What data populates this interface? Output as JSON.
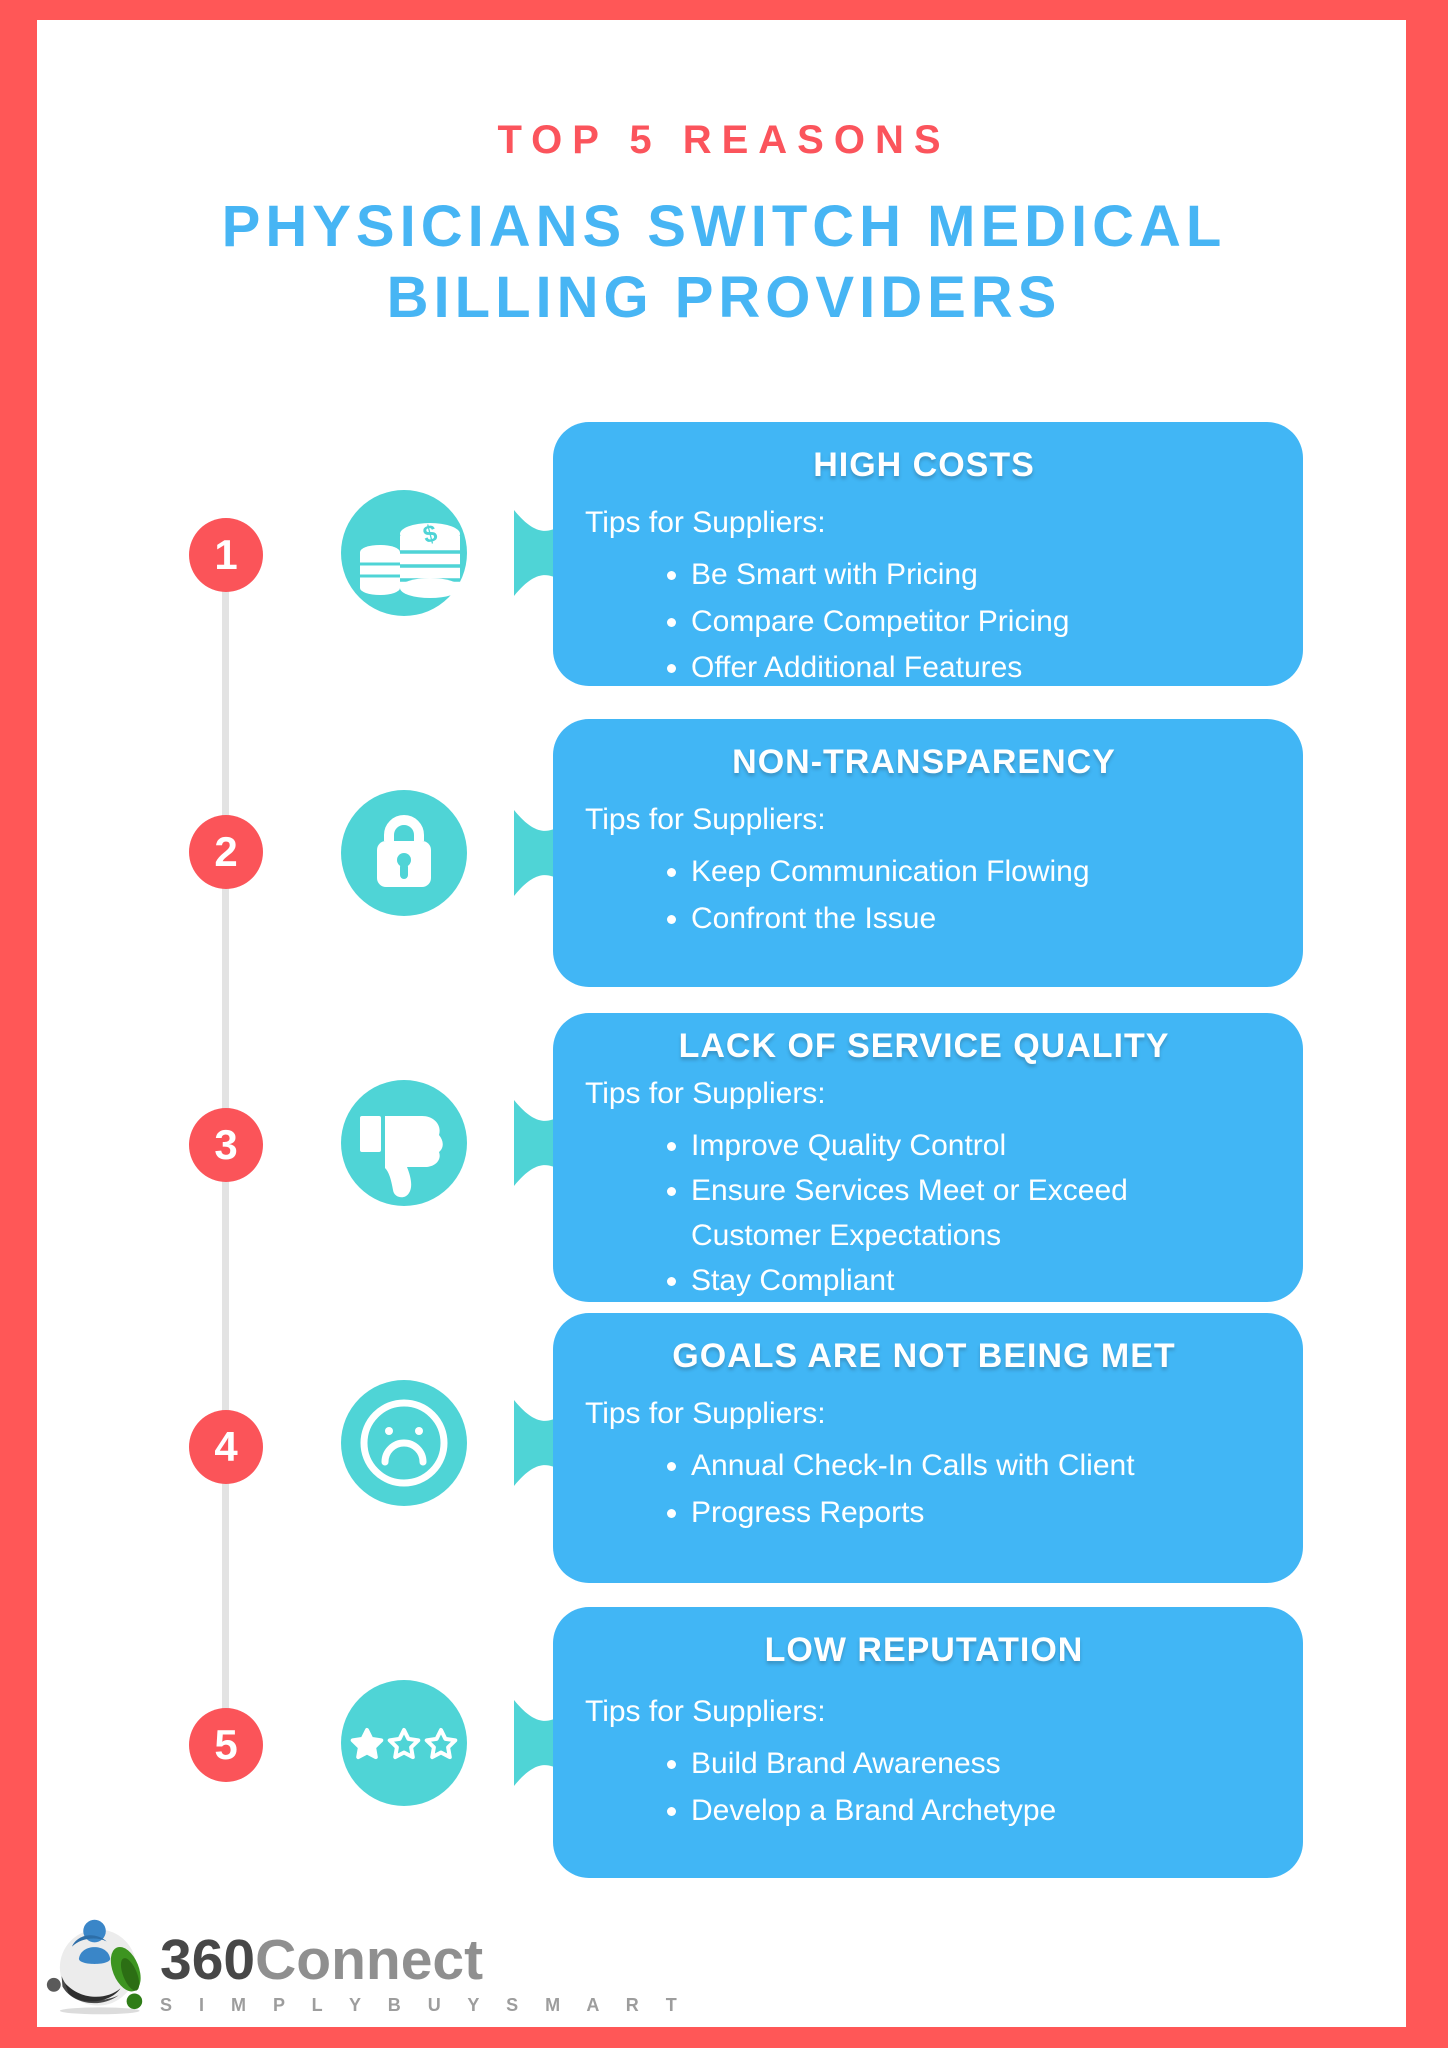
{
  "header": {
    "eyebrow": "TOP 5 REASONS",
    "title_line1": "PHYSICIANS SWITCH MEDICAL",
    "title_line2": "BILLING PROVIDERS"
  },
  "rows": [
    {
      "number": "1",
      "icon": "coins-icon",
      "title": "HIGH COSTS",
      "tips_label": "Tips for Suppliers:",
      "bullets": [
        "Be Smart with Pricing",
        "Compare Competitor Pricing",
        "Offer Additional Features"
      ]
    },
    {
      "number": "2",
      "icon": "lock-icon",
      "title": "NON-TRANSPARENCY",
      "tips_label": "Tips for Suppliers:",
      "bullets": [
        "Keep Communication Flowing",
        "Confront the Issue"
      ]
    },
    {
      "number": "3",
      "icon": "thumbs-down-icon",
      "title": "LACK OF SERVICE QUALITY",
      "tips_label": "Tips for Suppliers:",
      "bullets": [
        "Improve Quality Control",
        "Ensure Services Meet or Exceed Customer Expectations",
        "Stay Compliant"
      ]
    },
    {
      "number": "4",
      "icon": "sad-face-icon",
      "title": "GOALS ARE NOT BEING MET",
      "tips_label": "Tips for Suppliers:",
      "bullets": [
        "Annual Check-In Calls with Client",
        "Progress Reports"
      ]
    },
    {
      "number": "5",
      "icon": "stars-icon",
      "title": "LOW REPUTATION",
      "tips_label": "Tips for Suppliers:",
      "bullets": [
        "Build Brand Awareness",
        "Develop a Brand Archetype"
      ]
    }
  ],
  "footer": {
    "brand_prefix": "360",
    "brand_suffix": "Connect",
    "tagline": "S I M P L Y   B U Y   S M A R T"
  },
  "colors": {
    "frame": "#ff5757",
    "accent_red": "#fb5459",
    "card_blue": "#41b6f5",
    "title_blue": "#47b5f4",
    "bubble_teal": "#4fd4d6",
    "line_gray": "#e3e3e3"
  }
}
